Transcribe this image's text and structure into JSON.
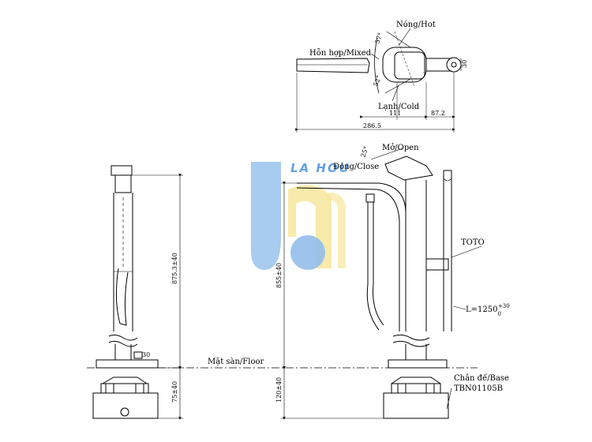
{
  "top_view": {
    "hot_label": "Nóng/Hot",
    "mixed_label": "Hỗn hợp/Mixed",
    "cold_label": "Lạnh/Cold",
    "angle_hot": "57°",
    "angle_cold": "52°",
    "dim_111": "111",
    "dim_87": "87.2",
    "dim_286": "286.5",
    "dim_30": "30"
  },
  "front_view": {
    "open_label": "Mở/Open",
    "close_label": "Đóng/Close",
    "angle_open": "25°",
    "brand_label": "TOTO",
    "hose_length_label": "L=1250",
    "hose_tolerance_upper": "+30",
    "hose_tolerance_lower": "0",
    "floor_label": "Mặt sàn/Floor",
    "base_label": "Chân đế/Base",
    "base_model": "TBN01105B",
    "height_855": "855±40",
    "height_120": "120±40"
  },
  "side_view": {
    "height_875": "875.3±40",
    "height_75": "75±40",
    "dim_30": "30"
  },
  "watermark": {
    "text": "LA HOU",
    "colors": {
      "blue": "#4a90d9",
      "yellow": "#f5e070"
    }
  }
}
